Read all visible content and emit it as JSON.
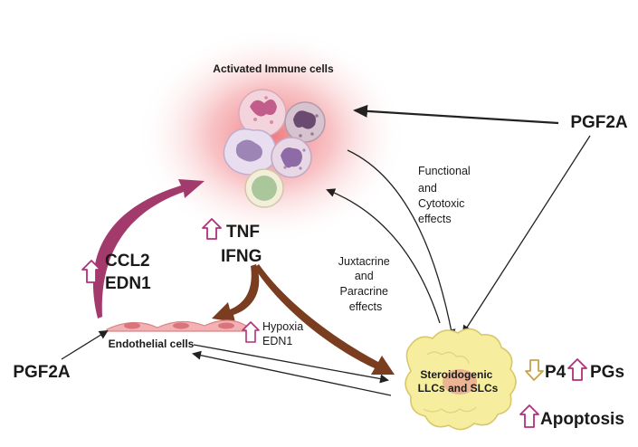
{
  "title_immune": "Activated Immune cells",
  "pgf2a_right": "PGF2A",
  "pgf2a_left": "PGF2A",
  "functional_lines": [
    "Functional",
    "and",
    "Cytotoxic",
    "effects"
  ],
  "juxtacrine_lines": [
    "Juxtacrine",
    "and",
    "Paracrine",
    "effects"
  ],
  "tnf": "TNF",
  "ifng": "IFNG",
  "ccl2": "CCL2",
  "edn1_left": "EDN1",
  "endothelial": "Endothelial cells",
  "hypoxia": "Hypoxia",
  "edn1_small": "EDN1",
  "steroid_lines": [
    "Steroidogenic",
    "LLCs and SLCs"
  ],
  "p4": "P4",
  "pgs": "PGs",
  "apoptosis": "Apoptosis",
  "colors": {
    "up_arrow": "#b0307a",
    "down_arrow": "#c9a24a",
    "immune_glow": "#e8545a",
    "curved_arrow_immune": "#a23a6c",
    "curved_arrow_brown": "#7a3d1f",
    "steroid_cell": "#f6ee9e",
    "endothelial": "#f3b1b4"
  }
}
